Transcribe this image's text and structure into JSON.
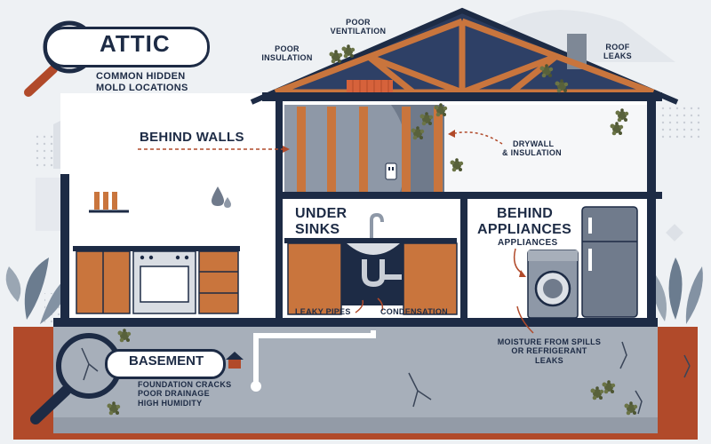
{
  "attic": {
    "title": "ATTIC",
    "subtitle_line1": "COMMON HIDDEN",
    "subtitle_line2": "MOLD LOCATIONS",
    "callouts": {
      "poor_ventilation": [
        "POOR",
        "VENTILATION"
      ],
      "poor_insulation": [
        "POOR",
        "INSULATION"
      ],
      "roof_leaks": [
        "ROOF",
        "LEAKS"
      ]
    }
  },
  "walls": {
    "title": "BEHIND WALLS",
    "callout": [
      "DRYWALL",
      "& INSULATION"
    ]
  },
  "sinks": {
    "title_line1": "UNDER",
    "title_line2": "SINKS",
    "leaky_pipes": "LEAKY PIPES",
    "condensation": "CONDENSATION"
  },
  "appliances": {
    "title_line1": "BEHIND",
    "title_line2": "APPLIANCES",
    "subtitle": "APPLIANCES",
    "moisture": [
      "MOISTURE FROM SPILLS",
      "OR REFRIGERANT",
      "LEAKS"
    ]
  },
  "basement": {
    "title": "BASEMENT",
    "items": [
      "FOUNDATION CRACKS",
      "POOR DRAINAGE",
      "HIGH HUMIDITY"
    ]
  },
  "icons": [
    "magnifier-icon",
    "house-icon",
    "water-drop-icon",
    "mold-spore-icon",
    "electrical-outlet-icon",
    "leaf-icon"
  ],
  "colors": {
    "navy": "#1d2b45",
    "wood": "#c9753d",
    "ground": "#b14a2a",
    "wall_gray": "#9aa4b0",
    "mold": "#58613b",
    "background": "#eef1f4"
  }
}
